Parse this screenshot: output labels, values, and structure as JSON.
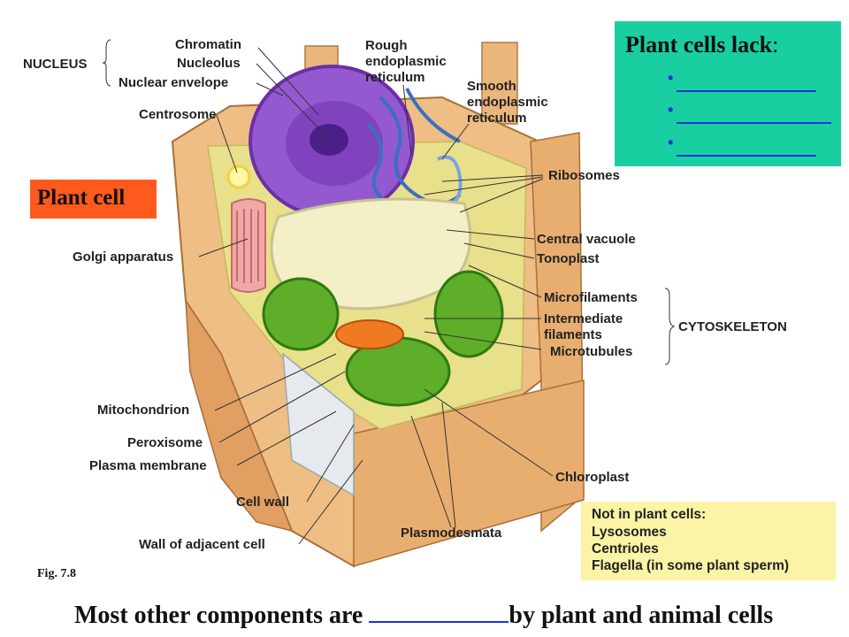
{
  "labels": {
    "nucleus": "NUCLEUS",
    "chromatin": "Chromatin",
    "nucleolus": "Nucleolus",
    "nuclear_envelope": "Nuclear envelope",
    "centrosome": "Centrosome",
    "rough_er_1": "Rough",
    "rough_er_2": "endoplasmic",
    "rough_er_3": "reticulum",
    "smooth_er_1": "Smooth",
    "smooth_er_2": "endoplasmic",
    "smooth_er_3": "reticulum",
    "ribosomes": "Ribosomes",
    "golgi": "Golgi apparatus",
    "central_vacuole": "Central vacuole",
    "tonoplast": "Tonoplast",
    "microfilaments": "Microfilaments",
    "intermediate_1": "Intermediate",
    "intermediate_2": "filaments",
    "microtubules": "Microtubules",
    "cytoskeleton": "CYTOSKELETON",
    "mitochondrion": "Mitochondrion",
    "peroxisome": "Peroxisome",
    "plasma_membrane": "Plasma membrane",
    "cell_wall": "Cell wall",
    "wall_adjacent": "Wall of adjacent cell",
    "plasmodesmata": "Plasmodesmata",
    "chloroplast": "Chloroplast"
  },
  "lack_box": {
    "title": "Plant cells lack",
    "colon": ":",
    "bullets": [
      "•",
      "•",
      "•"
    ]
  },
  "plant_cell_title": "Plant cell",
  "not_in_plant": {
    "lines": [
      "Not in plant cells:",
      "Lysosomes",
      "Centrioles",
      "Flagella (in some plant sperm)"
    ]
  },
  "fig": "Fig. 7.8",
  "bottom": {
    "before": "Most other components are ",
    "after": "by plant and animal cells"
  },
  "colors": {
    "lack_box": "#19cfa2",
    "plant_cell_box": "#ff5a1e",
    "note_box": "#fbf3a6",
    "cell_wall": "#e8b47a",
    "nucleus": "#8a4fc2",
    "chloroplast": "#5fae2a",
    "vacuole": "#f1edc0"
  }
}
